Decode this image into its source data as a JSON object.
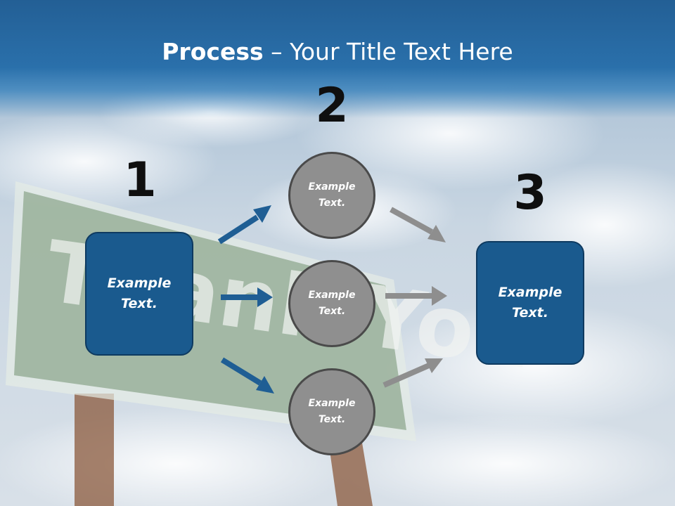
{
  "title": {
    "bold": "Process",
    "separator": " – ",
    "rest": "Your Title Text Here"
  },
  "steps": [
    {
      "number": "1",
      "text": "Example\nText."
    },
    {
      "number": "2"
    },
    {
      "number": "3",
      "text": "Example\nText."
    }
  ],
  "circles": [
    {
      "text": "Example\nText."
    },
    {
      "text": "Example\nText."
    },
    {
      "text": "Example\nText."
    }
  ],
  "background": {
    "sign_text": "Thank You"
  },
  "colors": {
    "header_blue": "#2b6ea8",
    "box_fill": "#1a5a8e",
    "circle_fill": "#8f8f8f",
    "arrow_blue": "#1f5e94",
    "arrow_gray": "#8e8e8e"
  }
}
